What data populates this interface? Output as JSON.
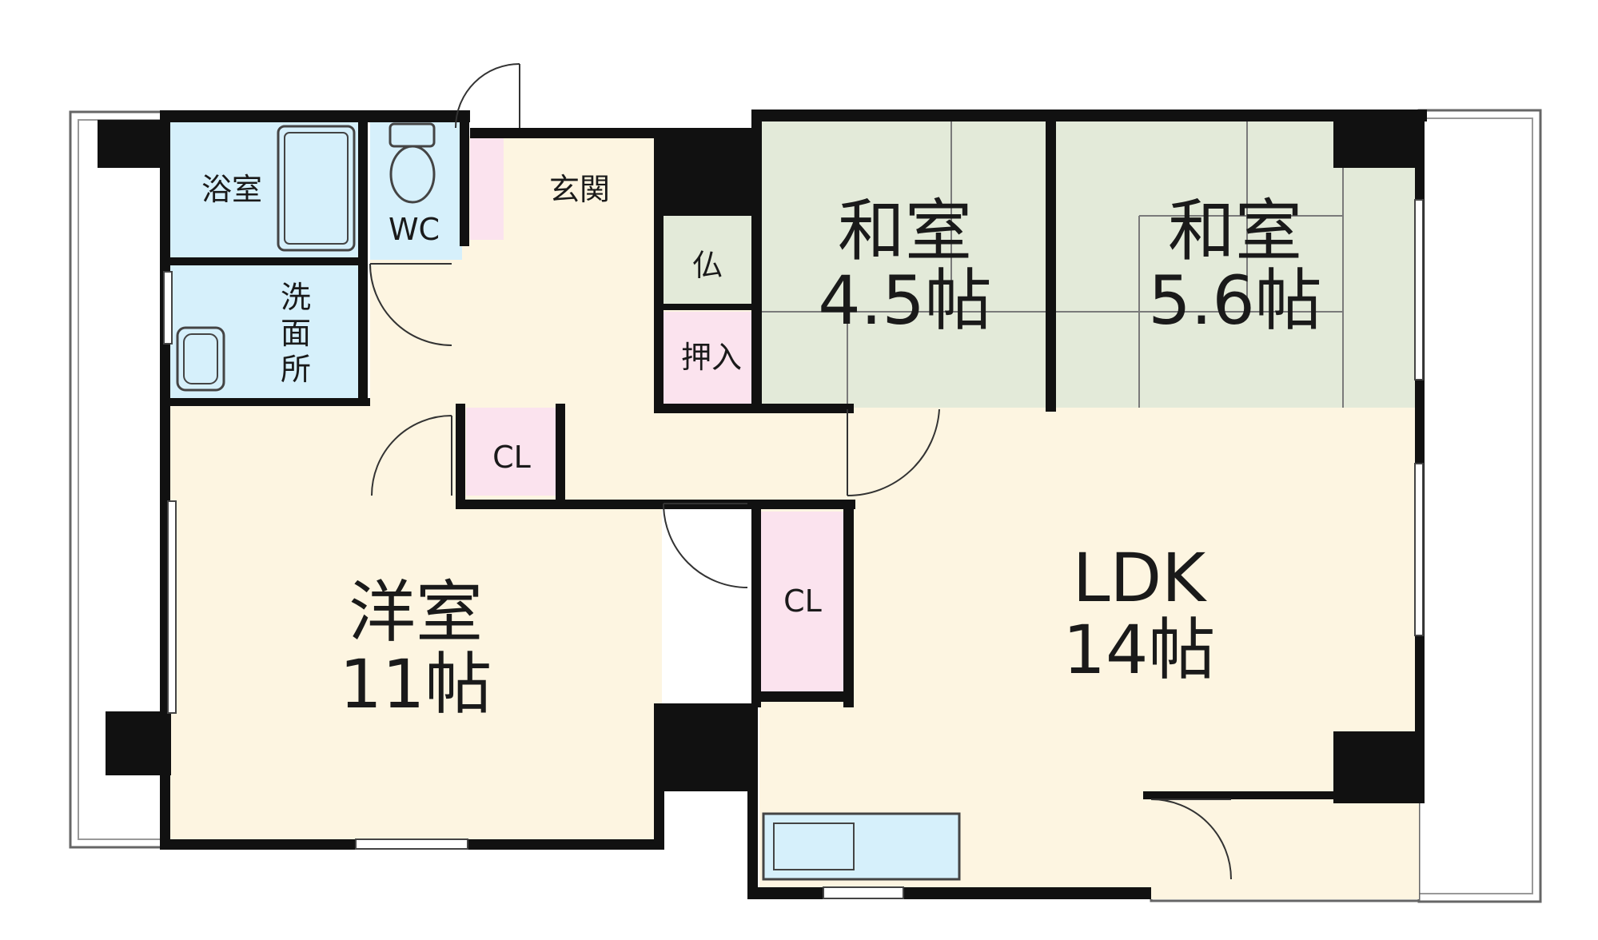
{
  "rooms": {
    "bath": "浴室",
    "wc": "WC",
    "washroom": "洗面所",
    "entrance": "玄関",
    "altar": "仏",
    "closet_oshiire": "押入",
    "closet_cl1": "CL",
    "closet_cl2": "CL",
    "washitsu1_name": "和室",
    "washitsu1_size": "4.5帖",
    "washitsu2_name": "和室",
    "washitsu2_size": "5.6帖",
    "yoshitsu_name": "洋室",
    "yoshitsu_size": "11帖",
    "ldk_name": "LDK",
    "ldk_size": "14帖"
  },
  "colors": {
    "wall": "#111111",
    "wet_area": "#d6f0fb",
    "tatami": "#e3ead9",
    "floor": "#fdf5e1",
    "closet": "#fbe3ee",
    "balcony_line": "#888888"
  }
}
